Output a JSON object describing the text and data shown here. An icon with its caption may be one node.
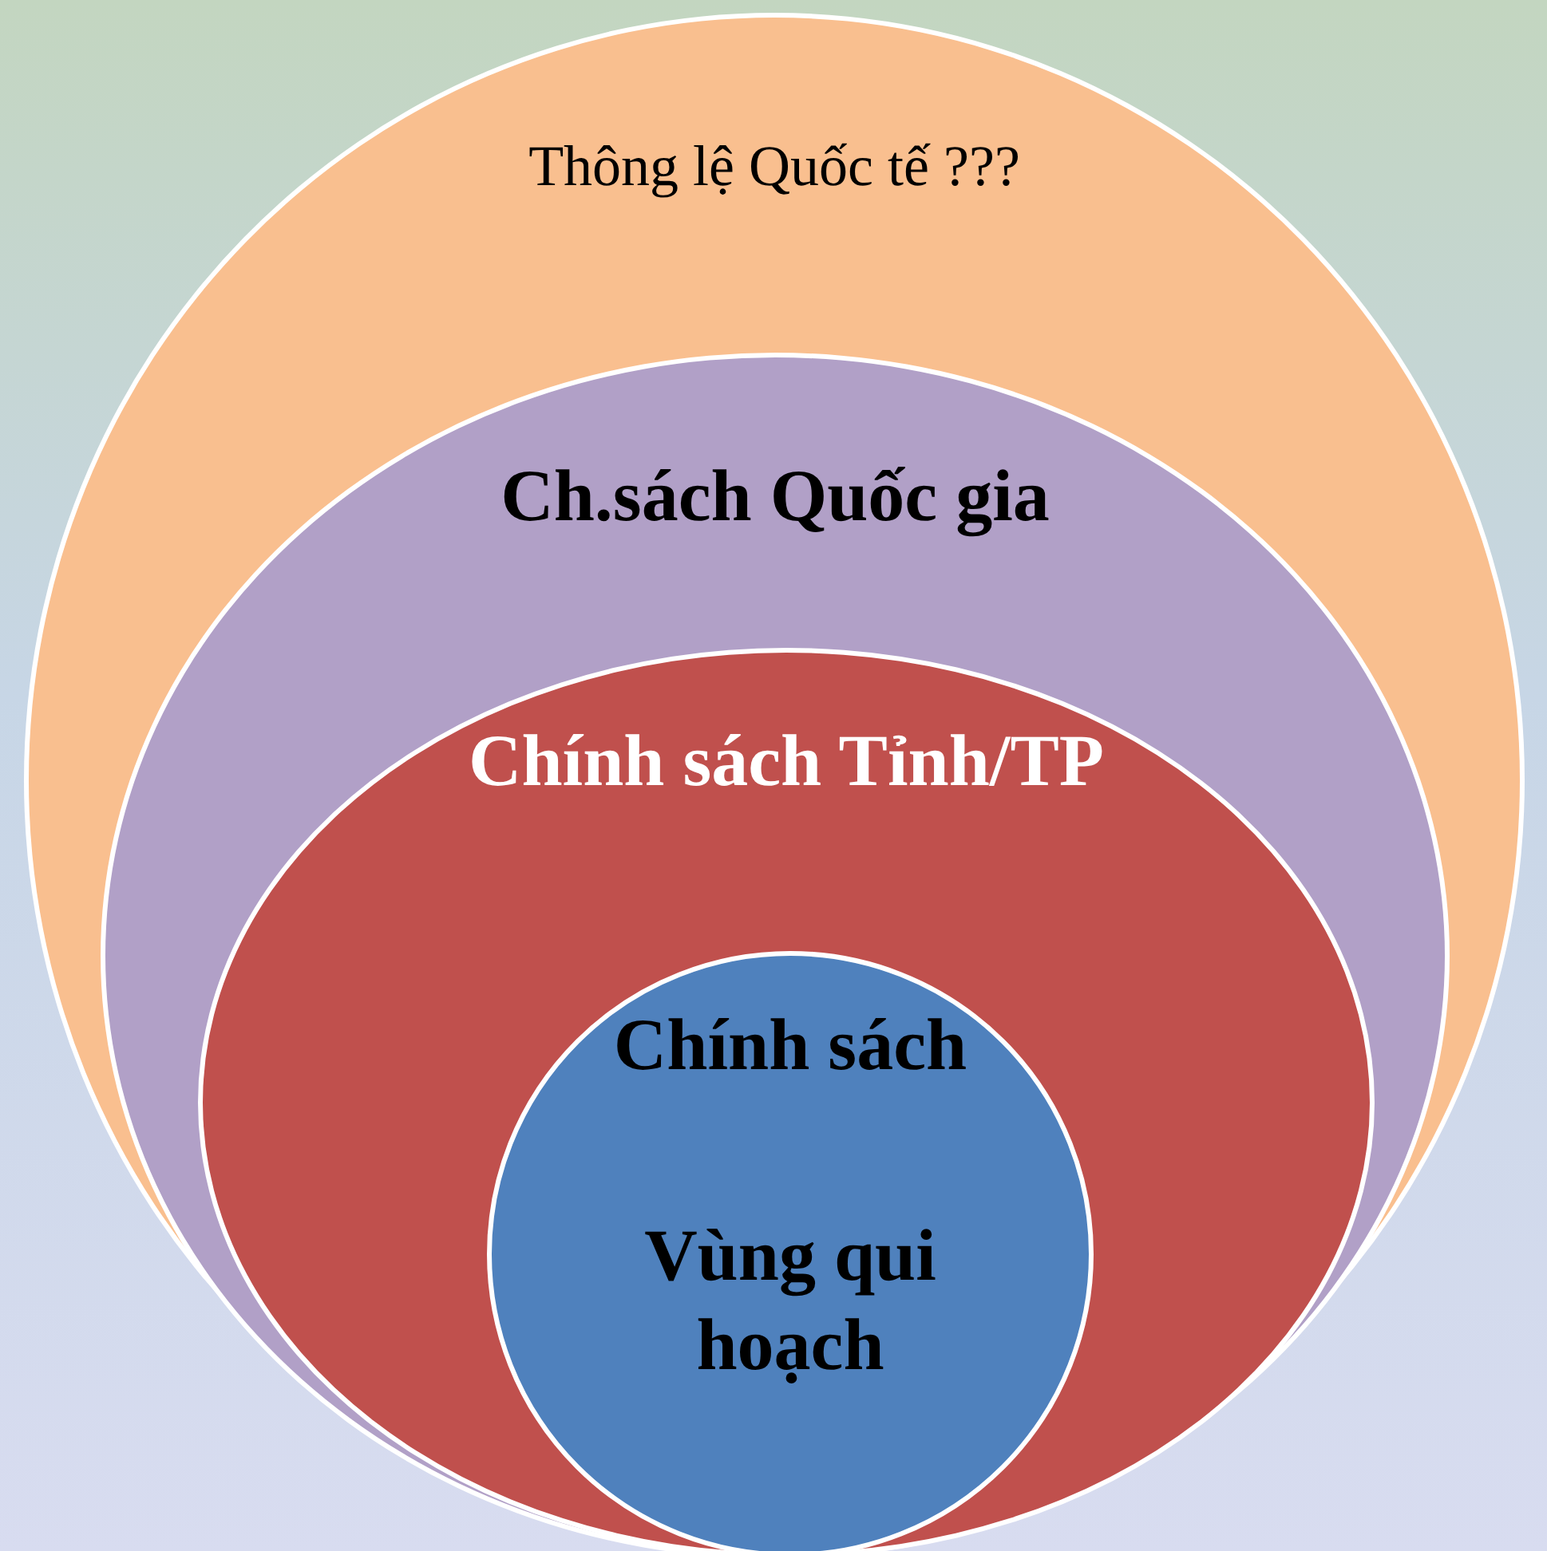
{
  "diagram": {
    "nodes": [
      {
        "text": [
          "Thông lệ Quốc tế ???"
        ]
      },
      {
        "text": [
          "Ch.sách Quốc gia"
        ],
        "in": 0
      },
      {
        "text": [
          "Chính sách Tỉnh/TP"
        ],
        "in": 1
      },
      {
        "text": [
          "Chính sách",
          "Vùng qui hoạch"
        ],
        "in": 2
      }
    ]
  }
}
